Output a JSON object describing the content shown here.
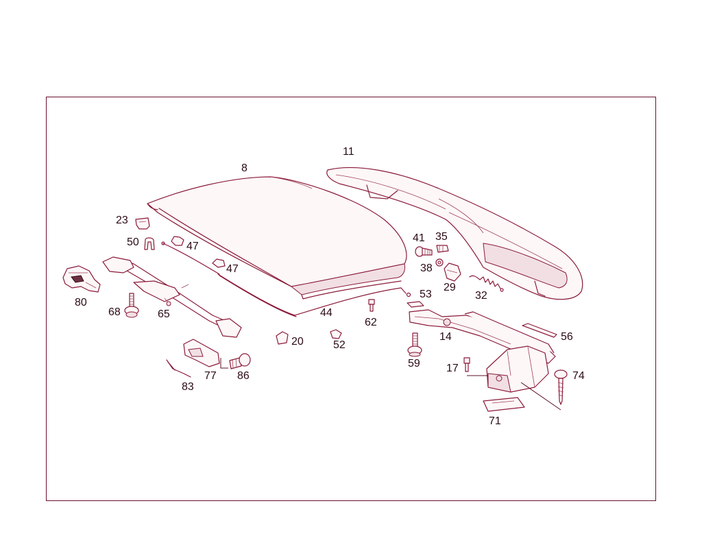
{
  "part_labels": {
    "p8": "8",
    "p11": "11",
    "p23": "23",
    "p50": "50",
    "p47a": "47",
    "p47b": "47",
    "p41": "41",
    "p35": "35",
    "p38": "38",
    "p29": "29",
    "p32": "32",
    "p80": "80",
    "p68": "68",
    "p65": "65",
    "p44": "44",
    "p53": "53",
    "p62": "62",
    "p14": "14",
    "p56": "56",
    "p20": "20",
    "p52": "52",
    "p59": "59",
    "p17": "17",
    "p74": "74",
    "p77": "77",
    "p86": "86",
    "p83": "83",
    "p71": "71"
  }
}
